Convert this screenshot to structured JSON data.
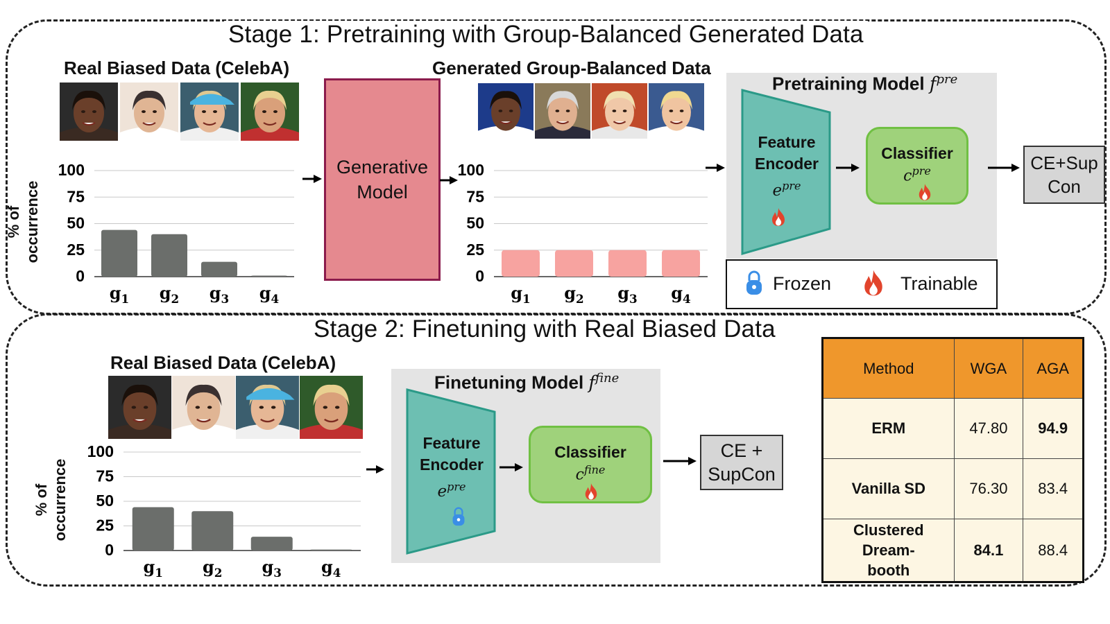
{
  "stage1": {
    "title": "Stage 1: Pretraining with Group-Balanced Generated Data",
    "real_data_title": "Real Biased Data (CelebA)",
    "generated_data_title": "Generated Group-Balanced Data",
    "generative_model_line1": "Generative",
    "generative_model_line2": "Model",
    "y_axis_line1": "% of",
    "y_axis_line2": "occurrence",
    "model": {
      "title": "Pretraining Model",
      "symbol": "f",
      "symbol_sup": "pre",
      "encoder_line1": "Feature",
      "encoder_line2": "Encoder",
      "encoder_symbol": "e",
      "encoder_sup": "pre",
      "encoder_state": "trainable",
      "classifier_label": "Classifier",
      "classifier_symbol": "c",
      "classifier_sup": "pre",
      "classifier_state": "trainable",
      "loss_line1": "CE+Sup",
      "loss_line2": "Con"
    },
    "legend": {
      "frozen": "Frozen",
      "trainable": "Trainable"
    }
  },
  "stage2": {
    "title": "Stage 2: Finetuning with Real Biased Data",
    "real_data_title": "Real Biased Data (CelebA)",
    "y_axis_line1": "% of",
    "y_axis_line2": "occurrence",
    "model": {
      "title": "Finetuning Model",
      "symbol": "f",
      "symbol_sup": "fine",
      "encoder_line1": "Feature",
      "encoder_line2": "Encoder",
      "encoder_symbol": "e",
      "encoder_sup": "pre",
      "encoder_state": "frozen",
      "classifier_label": "Classifier",
      "classifier_symbol": "c",
      "classifier_sup": "fine",
      "classifier_state": "trainable",
      "loss_line1": "CE +",
      "loss_line2": "SupCon"
    }
  },
  "colors": {
    "real_bar": "#6b6e6b",
    "generated_bar": "#f7a3a0",
    "generative_model_fill": "#e5898f",
    "generative_model_border": "#8b1b4c",
    "encoder_fill": "#6dbfb2",
    "classifier_fill": "#9fd27b",
    "classifier_border": "#70c043",
    "table_header": "#ef972c",
    "table_body": "#fdf6e3",
    "flame": "#e2442c",
    "lock": "#3a8ee6"
  },
  "table": {
    "headers": [
      "Method",
      "WGA",
      "AGA"
    ],
    "rows": [
      {
        "method": "ERM",
        "wga": "47.80",
        "aga": "94.9",
        "bold": "aga"
      },
      {
        "method": "Vanilla SD",
        "wga": "76.30",
        "aga": "83.4",
        "bold": ""
      },
      {
        "method_line1": "Clustered",
        "method_line2": "Dream-",
        "method_line3": "booth",
        "wga": "84.1",
        "aga": "88.4",
        "bold": "wga"
      }
    ]
  },
  "chart_data": [
    {
      "type": "bar",
      "categories": [
        "g1",
        "g2",
        "g3",
        "g4"
      ],
      "values": [
        44,
        40,
        14,
        1
      ],
      "ylabel": "% of occurrence",
      "ylim": [
        0,
        100
      ],
      "yticks": [
        0,
        25,
        50,
        75,
        100
      ],
      "grid": true,
      "color": "#6b6e6b"
    },
    {
      "type": "bar",
      "categories": [
        "g1",
        "g2",
        "g3",
        "g4"
      ],
      "values": [
        25,
        25,
        25,
        25
      ],
      "ylim": [
        0,
        100
      ],
      "yticks": [
        0,
        25,
        50,
        75,
        100
      ],
      "grid": true,
      "color": "#f7a3a0"
    },
    {
      "type": "bar",
      "categories": [
        "g1",
        "g2",
        "g3",
        "g4"
      ],
      "values": [
        44,
        40,
        14,
        1
      ],
      "ylabel": "% of occurrence",
      "ylim": [
        0,
        100
      ],
      "yticks": [
        0,
        25,
        50,
        75,
        100
      ],
      "grid": true,
      "color": "#6b6e6b"
    }
  ]
}
